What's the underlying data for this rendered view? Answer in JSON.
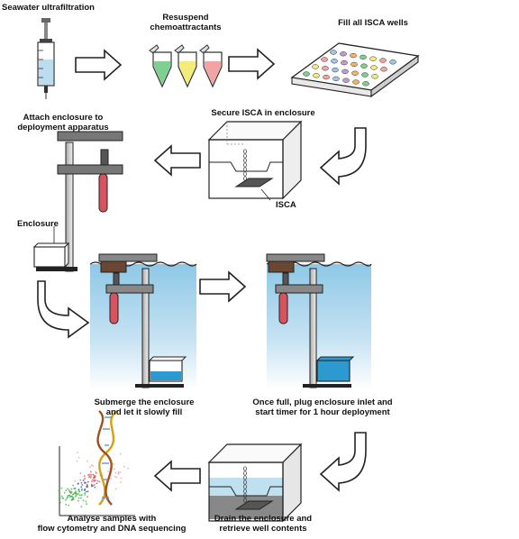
{
  "steps": {
    "seawater_ultrafiltration": "Seawater ultrafiltration",
    "resuspend_line1": "Resuspend",
    "resuspend_line2": "chemoattractants",
    "fill_wells": "Fill all ISCA wells",
    "attach_line1": "Attach enclosure to",
    "attach_line2": "deployment apparatus",
    "secure": "Secure ISCA in enclosure",
    "isca_label": "ISCA",
    "enclosure_label": "Enclosure",
    "submerge_line1": "Submerge the enclosure",
    "submerge_line2": "and let it slowly fill",
    "plug_line1": "Once full, plug enclosure inlet and",
    "plug_line2": "start timer for 1 hour deployment",
    "drain_line1": "Drain the enclosure and",
    "drain_line2": "retrieve well contents",
    "analyse_line1": "Analyse samples with",
    "analyse_line2": "flow cytometry and DNA sequencing"
  },
  "colors": {
    "tube_green": "#7fcf8f",
    "tube_yellow": "#f3ec7a",
    "tube_pink": "#f2a3a3",
    "water_light": "#c9e4f2",
    "water_deep": "#2c9ad0",
    "clamp_red": "#d9535f",
    "clamp_brown": "#6b4634"
  }
}
